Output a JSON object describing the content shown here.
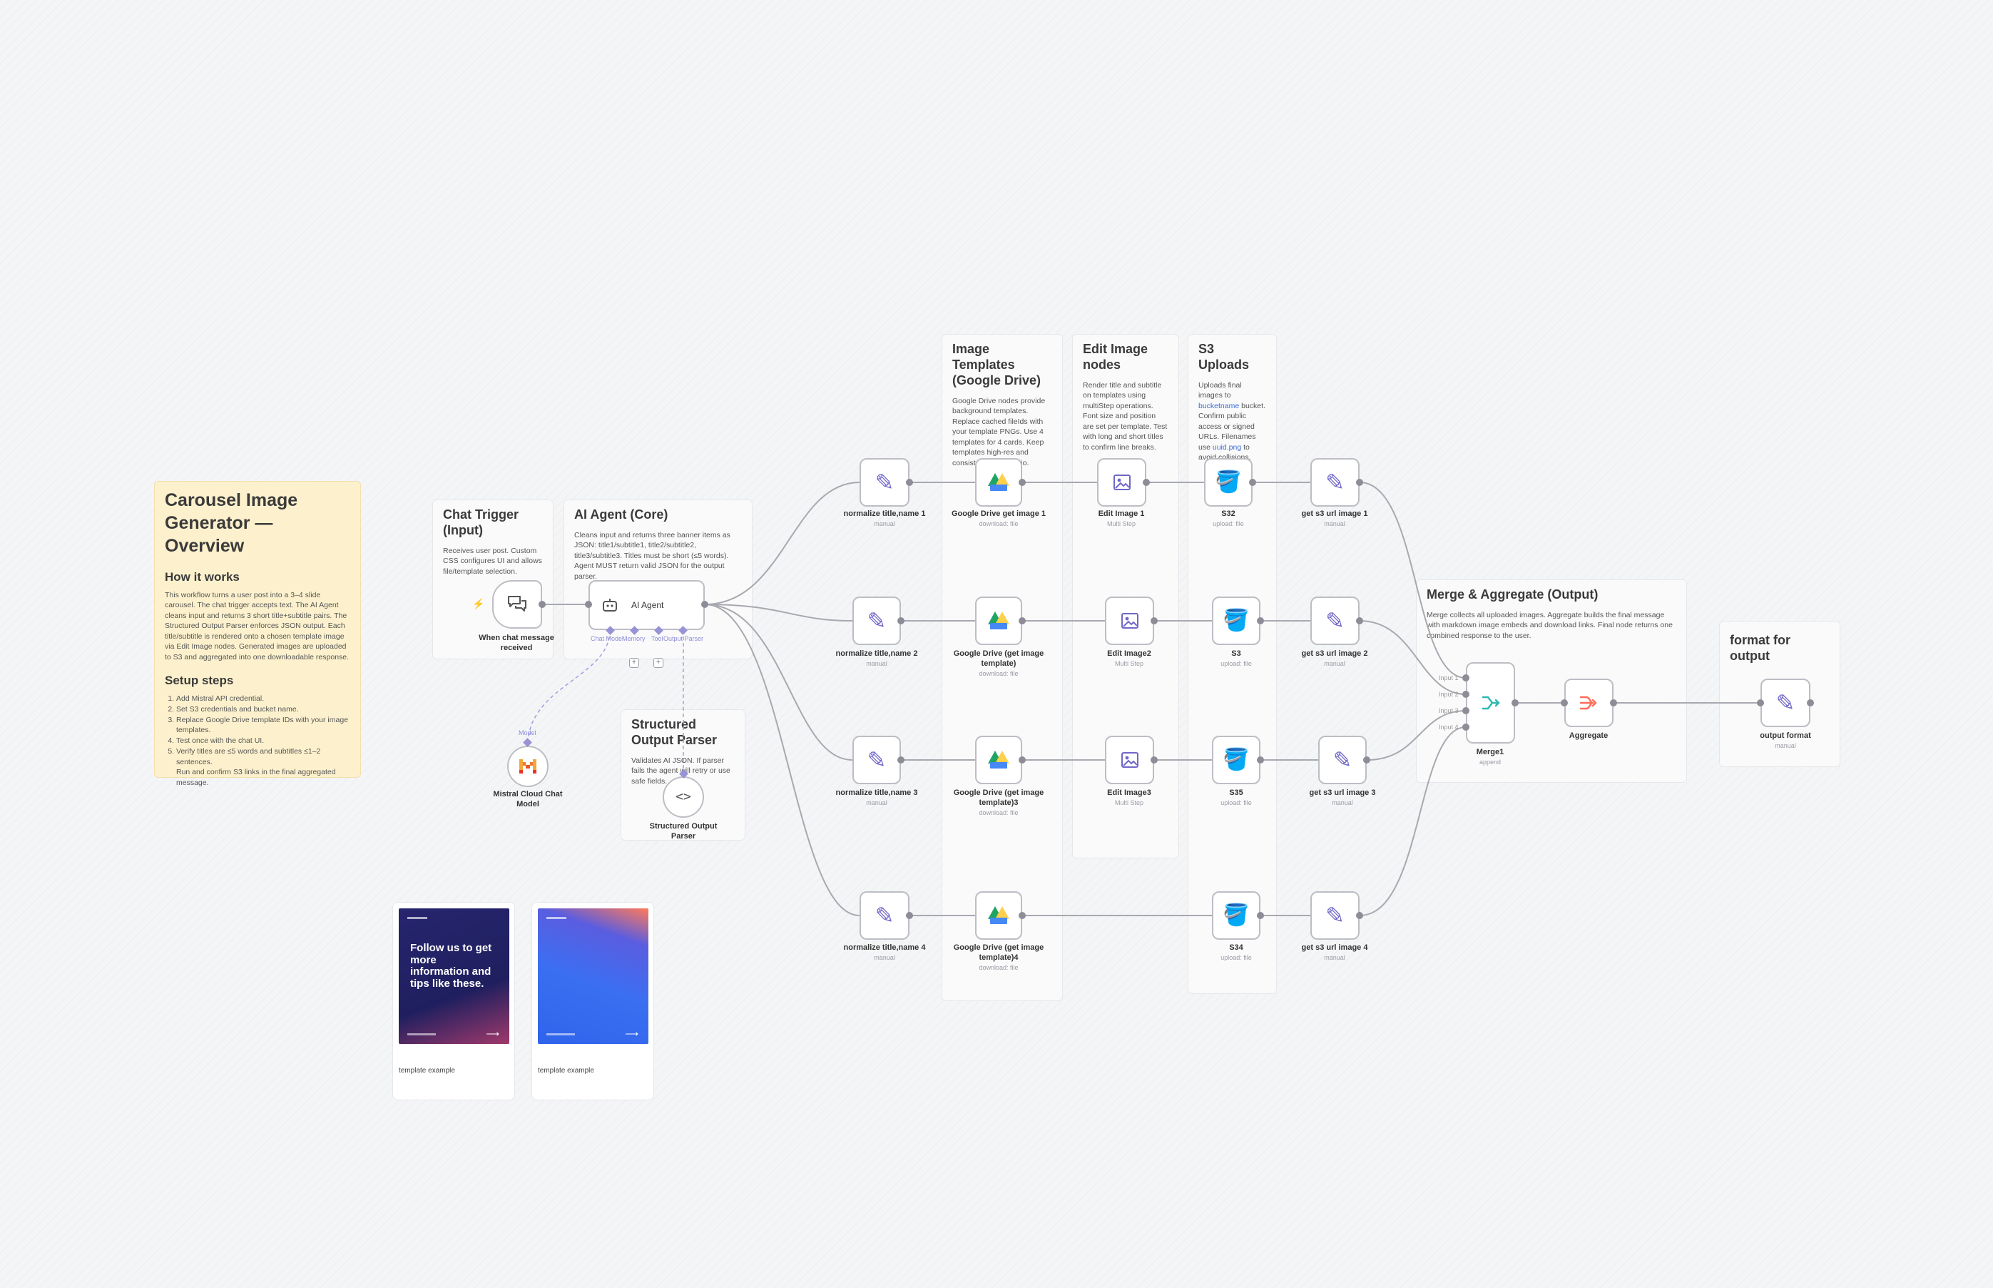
{
  "overview": {
    "title": "Carousel Image Generator — Overview",
    "how_heading": "How it works",
    "how_text": "This workflow turns a user post into a 3–4 slide carousel. The chat trigger accepts text. The AI Agent cleans input and returns 3 short title+subtitle pairs. The Structured Output Parser enforces JSON output. Each title/subtitle is rendered onto a chosen template image via Edit Image nodes. Generated images are uploaded to S3 and aggregated into one downloadable response.",
    "setup_heading": "Setup steps",
    "steps": [
      "Add Mistral API credential.",
      "Set S3 credentials and bucket name.",
      "Replace Google Drive template IDs with your image templates.",
      "Test once with the chat UI.",
      "Verify titles are ≤5 words and subtitles ≤1–2 sentences."
    ],
    "steps_extra": "Run and confirm S3 links in the final aggregated message."
  },
  "notes": {
    "chat_trigger": {
      "title": "Chat Trigger (Input)",
      "text": "Receives user post. Custom CSS configures UI and allows file/template selection."
    },
    "ai_agent": {
      "title": "AI Agent (Core)",
      "text": "Cleans input and returns three banner items as JSON: title1/subtitle1, title2/subtitle2, title3/subtitle3. Titles must be short (≤5 words). Agent MUST return valid JSON for the output parser."
    },
    "structured": {
      "title": "Structured Output Parser",
      "text": "Validates AI JSON. If parser fails the agent will retry or use safe fields."
    },
    "templates": {
      "title": "Image Templates (Google Drive)",
      "text": "Google Drive nodes provide background templates. Replace cached fileIds with your template PNGs. Use 4 templates for 4 cards. Keep templates high-res and consistent aspect ratio."
    },
    "edit_image": {
      "title": "Edit Image nodes",
      "text": "Render title and subtitle on templates using multiStep operations. Font size and position are set per template. Test with long and short titles to confirm line breaks."
    },
    "s3": {
      "title": "S3 Uploads",
      "text_a": "Uploads final images to",
      "hl_a": "bucketname",
      "text_b": "bucket. Confirm public access or signed URLs. Filenames use",
      "hl_b": "uuid.png",
      "text_c": "to avoid collisions."
    },
    "merge": {
      "title": "Merge & Aggregate (Output)",
      "text": "Merge collects all uploaded images. Aggregate builds the final message with markdown image embeds and download links. Final node returns one combined response to the user."
    },
    "format": {
      "title": "format for output"
    }
  },
  "nodes": {
    "chat_trigger": {
      "title": "When chat message received",
      "icon": "chat-bubbles-icon"
    },
    "ai_agent": {
      "title": "AI Agent",
      "icon": "robot-icon",
      "ports": [
        "Chat Model",
        "Memory",
        "Tool",
        "Output Parser"
      ]
    },
    "mistral": {
      "title": "Mistral Cloud Chat Model",
      "port": "Model",
      "icon": "mistral-logo-icon"
    },
    "parser": {
      "title": "Structured Output Parser",
      "icon": "code-brackets-icon"
    },
    "normalize1": {
      "title": "normalize title,name 1",
      "sub": "manual"
    },
    "normalize2": {
      "title": "normalize title,name 2",
      "sub": "manual"
    },
    "normalize3": {
      "title": "normalize title,name 3",
      "sub": "manual"
    },
    "normalize4": {
      "title": "normalize title,name 4",
      "sub": "manual"
    },
    "gdrive1": {
      "title": "Google Drive get image 1",
      "sub": "download: file"
    },
    "gdrive2": {
      "title": "Google Drive (get image template)",
      "sub": "download: file"
    },
    "gdrive3": {
      "title": "Google Drive (get image template)3",
      "sub": "download: file"
    },
    "gdrive4": {
      "title": "Google Drive (get image template)4",
      "sub": "download: file"
    },
    "edit1": {
      "title": "Edit Image 1",
      "sub": "Multi Step"
    },
    "edit2": {
      "title": "Edit Image2",
      "sub": "Multi Step"
    },
    "edit3": {
      "title": "Edit Image3",
      "sub": "Multi Step"
    },
    "s3_1": {
      "title": "S32",
      "sub": "upload: file"
    },
    "s3_2": {
      "title": "S3",
      "sub": "upload: file"
    },
    "s3_3": {
      "title": "S35",
      "sub": "upload: file"
    },
    "s3_4": {
      "title": "S34",
      "sub": "upload: file"
    },
    "url1": {
      "title": "get s3 url image 1",
      "sub": "manual"
    },
    "url2": {
      "title": "get s3 url image 2",
      "sub": "manual"
    },
    "url3": {
      "title": "get s3 url image 3",
      "sub": "manual"
    },
    "url4": {
      "title": "get s3 url image 4",
      "sub": "manual"
    },
    "merge": {
      "title": "Merge1",
      "sub": "append",
      "inputs": [
        "Input 1",
        "Input 2",
        "Input 3",
        "Input 4"
      ]
    },
    "aggregate": {
      "title": "Aggregate"
    },
    "output": {
      "title": "output format",
      "sub": "manual"
    }
  },
  "templates": [
    {
      "text": "Follow us to get more information and tips like these.",
      "caption": "template example"
    },
    {
      "caption": "template example"
    }
  ],
  "colors": {
    "edit_icon": "#7067c8",
    "s3_icon": "#3b78d8",
    "aggregate_icon": "#ff6d5a",
    "trigger_bolt": "#ff5a5f",
    "sticky_yellow": "#fdf1cd"
  }
}
